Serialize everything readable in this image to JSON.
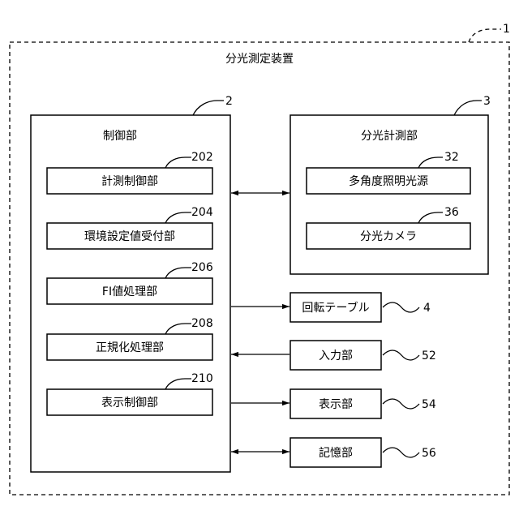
{
  "device": {
    "title": "分光測定装置",
    "ref": "1"
  },
  "control": {
    "title": "制御部",
    "ref": "2",
    "modules": [
      {
        "label": "計測制御部",
        "ref": "202"
      },
      {
        "label": "環境設定値受付部",
        "ref": "204"
      },
      {
        "label": "FI値処理部",
        "ref": "206"
      },
      {
        "label": "正規化処理部",
        "ref": "208"
      },
      {
        "label": "表示制御部",
        "ref": "210"
      }
    ]
  },
  "measurement": {
    "title": "分光計測部",
    "ref": "3",
    "modules": [
      {
        "label": "多角度照明光源",
        "ref": "32"
      },
      {
        "label": "分光カメラ",
        "ref": "36"
      }
    ]
  },
  "peripherals": [
    {
      "label": "回転テーブル",
      "ref": "4"
    },
    {
      "label": "入力部",
      "ref": "52"
    },
    {
      "label": "表示部",
      "ref": "54"
    },
    {
      "label": "記憶部",
      "ref": "56"
    }
  ]
}
